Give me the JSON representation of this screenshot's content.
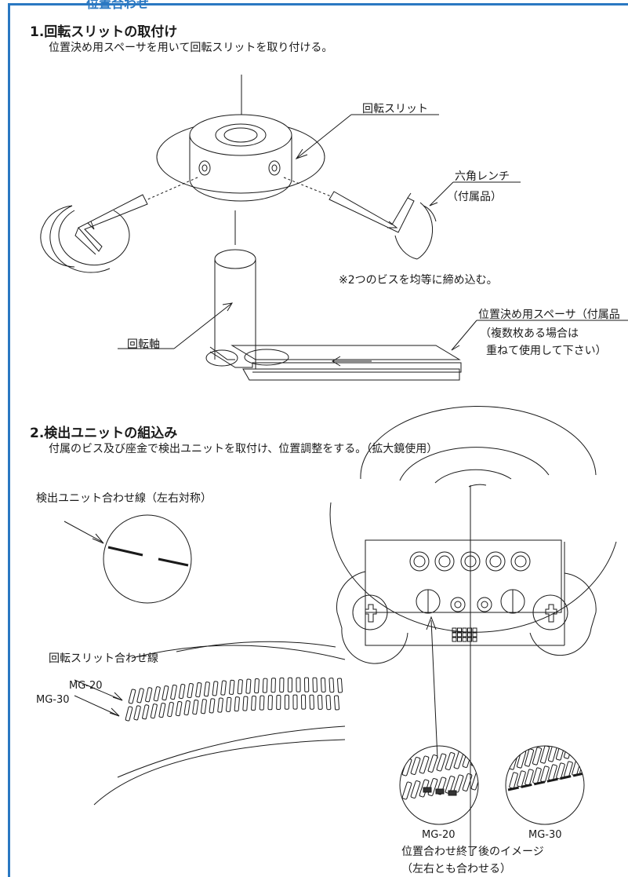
{
  "header": {
    "title_fragment": "位置合わせ"
  },
  "section1": {
    "title": "1.回転スリットの取付け",
    "description": "位置決め用スペーサを用いて回転スリットを取り付ける。",
    "labels": {
      "rotary_slit": "回転スリット",
      "hex_wrench": "六角レンチ",
      "hex_wrench_note": "（付属品）",
      "tighten_note": "※2つのビスを均等に締め込む。",
      "shaft": "回転軸",
      "spacer": "位置決め用スペーサ（付属品",
      "spacer_note_1": "（複数枚ある場合は",
      "spacer_note_2": "重ねて使用して下さい）"
    }
  },
  "section2": {
    "title": "2.検出ユニットの組込み",
    "description": "付属のビス及び座金で検出ユニットを取付け、位置調整をする。（拡大鏡使用）",
    "labels": {
      "detector_align_line": "検出ユニット合わせ線（左右対称）",
      "slit_align_line": "回転スリット合わせ線",
      "mg20_left": "MG-20",
      "mg30_left": "MG-30",
      "mg20_result": "MG-20",
      "mg30_result": "MG-30",
      "after_alignment_1": "位置合わせ終了後のイメージ",
      "after_alignment_2": "（左右とも合わせる）"
    }
  }
}
